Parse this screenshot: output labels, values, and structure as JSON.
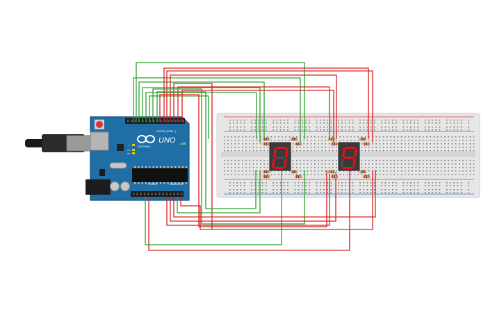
{
  "board": {
    "logo_text": "UNO",
    "brand_text": "ARDUINO",
    "header_digital": "DIGITAL (PWM ~)",
    "header_power": "POWER",
    "header_analog": "ANALOG IN",
    "led_on": "ON",
    "led_tx": "TX",
    "led_rx": "RX",
    "led_l": "L",
    "aref": "AREF",
    "gnd": "GND",
    "ioref": "IOREF",
    "reset": "RESET"
  },
  "displays": [
    {
      "digit": "0",
      "color": "#e8101a"
    },
    {
      "digit": "9",
      "color": "#e8101a"
    }
  ],
  "colors": {
    "wire_green": "#2ca02c",
    "wire_red": "#d62020",
    "board_blue": "#1f6fa6",
    "breadboard": "#e6e6e6",
    "breadboard_rail_red": "#d84040",
    "breadboard_rail_blue": "#3a6fc7"
  }
}
